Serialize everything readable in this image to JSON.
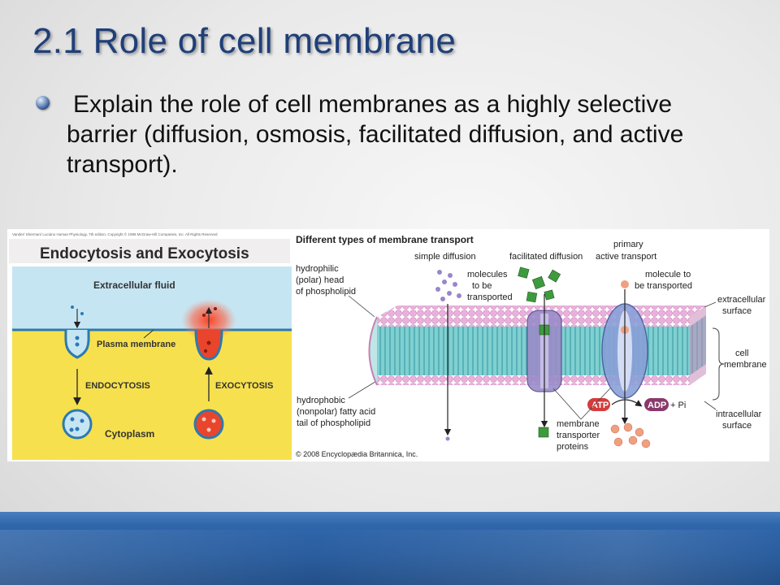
{
  "slide": {
    "title": "2.1 Role of cell membrane",
    "bullet": "Explain the role of cell membranes as a highly selective barrier (diffusion, osmosis, facilitated diffusion, and active transport)."
  },
  "left_figure": {
    "credit": "Vander/ Sherman/ Luciano Human Physiology, 7th edition, Copyright © 1998 McGraw-Hill Companies, Inc. All Rights Reserved",
    "title": "Endocytosis and Exocytosis",
    "extracellular_fluid": "Extracellular fluid",
    "plasma_membrane": "Plasma membrane",
    "endocytosis": "ENDOCYTOSIS",
    "exocytosis": "EXOCYTOSIS",
    "cytoplasm": "Cytoplasm",
    "colors": {
      "fluid": "#c6e5f3",
      "cytoplasm": "#f7e04d",
      "membrane": "#2c7ab0",
      "vesicle_red": "#e8452c",
      "dot_blue": "#2a79b8"
    }
  },
  "right_figure": {
    "title": "Different types of membrane transport",
    "simple_diffusion": "simple diffusion",
    "facilitated_diffusion": "facilitated diffusion",
    "primary": "primary",
    "active_transport": "active transport",
    "molecules_to_be_transported": [
      "molecules",
      "to be",
      "transported"
    ],
    "molecule_to_be_transported": [
      "molecule to",
      "be transported"
    ],
    "hydrophilic_head": [
      "hydrophilic",
      "(polar) head",
      "of phospholipid"
    ],
    "hydrophobic_tail": [
      "hydrophobic",
      "(nonpolar) fatty acid",
      "tail of phospholipid"
    ],
    "extracellular_surface": [
      "extracellular",
      "surface"
    ],
    "cell_membrane": [
      "cell",
      "membrane"
    ],
    "intracellular_surface": [
      "intracellular",
      "surface"
    ],
    "membrane_transporter_proteins": [
      "membrane",
      "transporter",
      "proteins"
    ],
    "atp": "ATP",
    "adp": "ADP",
    "plus_pi": "+ Pi",
    "copyright": "© 2008 Encyclopædia Britannica, Inc.",
    "colors": {
      "heads": "#e9a8d8",
      "tails": "#6cc9c9",
      "protein": "#9a8cc8",
      "green": "#3e9a3e",
      "salmon": "#f0a080",
      "atp": "#d63b3b",
      "adp": "#8a3a6a"
    }
  }
}
